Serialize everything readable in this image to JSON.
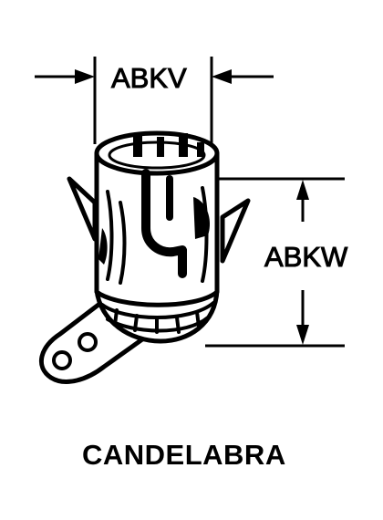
{
  "dimensions": {
    "width_label": "ABKV",
    "height_label": "ABKW"
  },
  "caption": "CANDELABRA",
  "colors": {
    "ink": "#000000",
    "paper": "#ffffff"
  }
}
